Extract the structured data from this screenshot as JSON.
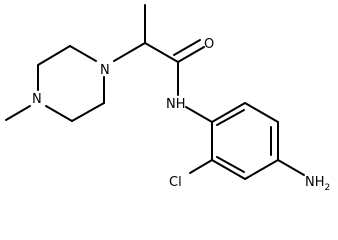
{
  "structure": {
    "atoms": {
      "oxygen": "O",
      "piperazine_n1": "N",
      "piperazine_n4": "N",
      "amide_nh": "NH",
      "chlorine": "Cl",
      "amine_nh": "NH",
      "amine_sub": "2"
    }
  }
}
